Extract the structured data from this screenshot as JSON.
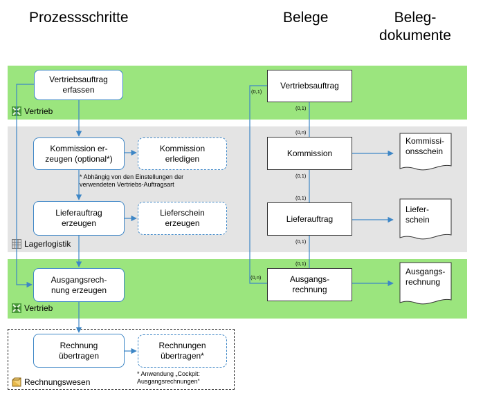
{
  "headers": {
    "steps": "Prozessschritte",
    "docs": "Belege",
    "docdocs_line1": "Beleg-",
    "docdocs_line2": "dokumente"
  },
  "bands": {
    "vertrieb_top": "Vertrieb",
    "lager": "Lagerlogistik",
    "vertrieb_bottom": "Vertrieb",
    "rechnungswesen": "Rechnungswesen"
  },
  "steps": {
    "vertriebsauftrag_erfassen": "Vertriebsauftrag\nerfassen",
    "kommission_erzeugen": "Kommission er-\nzeugen (optional*)",
    "kommission_erledigen": "Kommission\nerledigen",
    "lieferauftrag_erzeugen": "Lieferauftrag\nerzeugen",
    "lieferschein_erzeugen": "Lieferschein\nerzeugen",
    "ausgangsrechnung_erzeugen": "Ausgangsrech-\nnung erzeugen",
    "rechnung_uebertragen": "Rechnung\nübertragen",
    "rechnungen_uebertragen": "Rechnungen\nübertragen*"
  },
  "notes": {
    "kommission": "*  Abhängig von den Einstellungen der\n   verwendeten Vertriebs-Auftragsart",
    "cockpit": "*  Anwendung „Cockpit:\n   Ausgangsrechnungen“"
  },
  "documents": {
    "vertriebsauftrag": "Vertriebsauftrag",
    "kommission": "Kommission",
    "lieferauftrag": "Lieferauftrag",
    "ausgangsrechnung": "Ausgangs-\nrechnung"
  },
  "doc_documents": {
    "kommissionsschein": "Kommissi-\nonsschein",
    "lieferschein": "Liefer-\nschein",
    "ausgangsrechnung": "Ausgangs-\nrechnung"
  },
  "multiplicities": {
    "va_bottom": "(0,1)",
    "ko_top": "(0,n)",
    "ko_bottom": "(0,1)",
    "la_top": "(0,1)",
    "la_bottom": "(0,1)",
    "ar_top": "(0,1)",
    "va_left": "(0,1)",
    "ar_left": "(0,n)"
  },
  "colors": {
    "band_green": "#9be57e",
    "band_gray": "#e4e4e4",
    "connector_blue": "#3d86c6"
  }
}
